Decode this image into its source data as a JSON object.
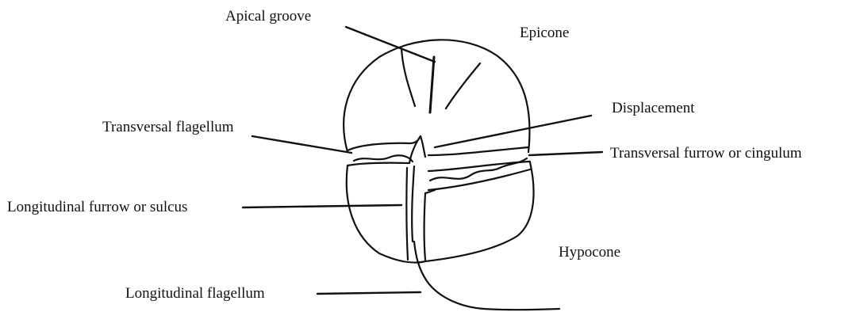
{
  "labels": {
    "apical_groove": "Apical groove",
    "epicone": "Epicone",
    "displacement": "Displacement",
    "transversal_flagellum": "Transversal flagellum",
    "transversal_furrow": "Transversal furrow or cingulum",
    "longitudinal_furrow": "Longitudinal furrow or sulcus",
    "hypocone": "Hypocone",
    "longitudinal_flagellum": "Longitudinal flagellum"
  }
}
